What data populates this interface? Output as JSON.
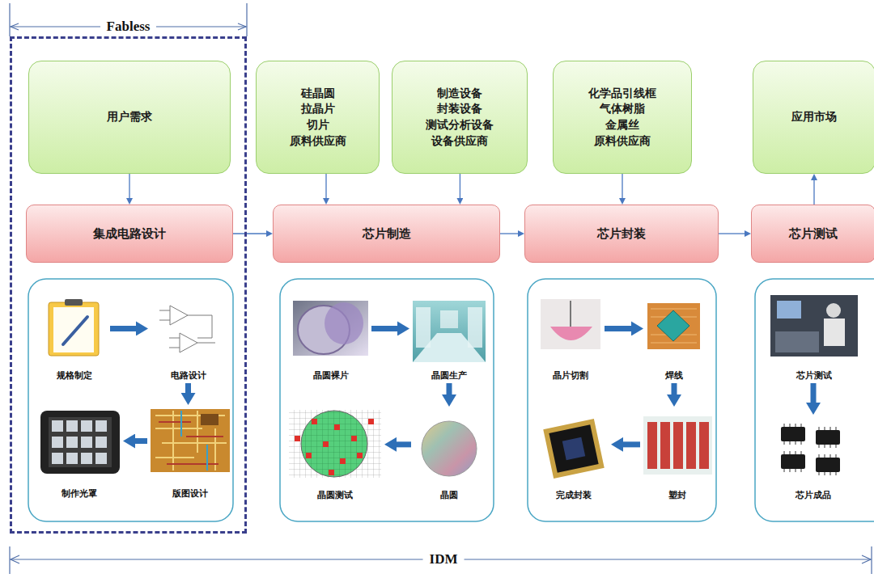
{
  "diagram": {
    "nodes": [
      {
        "text": [
          "Fabless"
        ]
      },
      {
        "text": [
          "用户需求"
        ],
        "in": 0
      },
      {
        "text": [
          "集成电路设计"
        ],
        "in": 0
      },
      {
        "text": [
          "规格制定"
        ],
        "in": 0
      },
      {
        "text": [
          "电路设计"
        ],
        "in": 0
      },
      {
        "text": [
          "制作光罩"
        ],
        "in": 0
      },
      {
        "text": [
          "版图设计"
        ],
        "in": 0
      },
      {
        "text": [
          "硅晶圆 拉晶片 切片 原料供应商"
        ]
      },
      {
        "text": [
          "制造设备 封装设备 测试分析设备 设备供应商"
        ]
      },
      {
        "text": [
          "化学品引线框 气体树脂 金属丝 原料供应商"
        ]
      },
      {
        "text": [
          "应用市场"
        ]
      },
      {
        "text": [
          "芯片制造"
        ]
      },
      {
        "text": [
          "芯片封装"
        ]
      },
      {
        "text": [
          "芯片测试"
        ]
      },
      {
        "text": [
          "晶圆裸片"
        ]
      },
      {
        "text": [
          "晶圆生产"
        ]
      },
      {
        "text": [
          "晶圆测试"
        ]
      },
      {
        "text": [
          "晶圆"
        ]
      },
      {
        "text": [
          "晶片切割"
        ]
      },
      {
        "text": [
          "焊线"
        ]
      },
      {
        "text": [
          "完成封装"
        ]
      },
      {
        "text": [
          "塑封"
        ]
      },
      {
        "text": [
          "芯片测试"
        ]
      },
      {
        "text": [
          "芯片成品"
        ]
      }
    ],
    "edges": [
      {
        "from": 1,
        "to": 2,
        "arrow": "to"
      },
      {
        "from": 2,
        "to": 11,
        "arrow": "to"
      },
      {
        "from": 11,
        "to": 12,
        "arrow": "to"
      },
      {
        "from": 12,
        "to": 13,
        "arrow": "to"
      },
      {
        "from": 7,
        "to": 11,
        "arrow": "to"
      },
      {
        "from": 8,
        "to": 11,
        "arrow": "to"
      },
      {
        "from": 9,
        "to": 12,
        "arrow": "to"
      },
      {
        "from": 13,
        "to": 10,
        "arrow": "to"
      },
      {
        "from": 3,
        "to": 4,
        "arrow": "to"
      },
      {
        "from": 4,
        "to": 6,
        "arrow": "to"
      },
      {
        "from": 6,
        "to": 5,
        "arrow": "to"
      },
      {
        "from": 14,
        "to": 15,
        "arrow": "to"
      },
      {
        "from": 15,
        "to": 17,
        "arrow": "to"
      },
      {
        "from": 17,
        "to": 16,
        "arrow": "to"
      },
      {
        "from": 18,
        "to": 19,
        "arrow": "to"
      },
      {
        "from": 19,
        "to": 21,
        "arrow": "to"
      },
      {
        "from": 21,
        "to": 20,
        "arrow": "to"
      },
      {
        "from": 22,
        "to": 23,
        "arrow": "to"
      }
    ],
    "labels": [
      "IDM"
    ]
  }
}
